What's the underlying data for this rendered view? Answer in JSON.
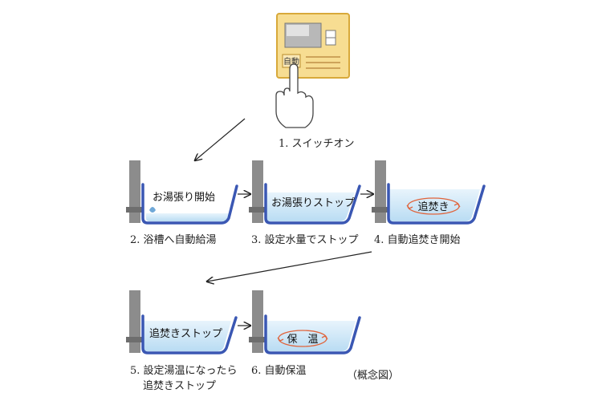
{
  "panel": {
    "button_label": "自動"
  },
  "steps": [
    {
      "label": "1. スイッチオン"
    },
    {
      "label": "2. 浴槽へ自動給湯",
      "tub_text": "お湯張り開始"
    },
    {
      "label": "3. 設定水量でストップ",
      "tub_text": "お湯張りストップ"
    },
    {
      "label": "4. 自動追焚き開始",
      "tub_text": "追焚き"
    },
    {
      "label": "5. 設定湯温になったら",
      "label_line2": "追焚きストップ",
      "tub_text": "追焚きストップ"
    },
    {
      "label": "6. 自動保温",
      "tub_text": "保　温"
    }
  ],
  "caption": "（概念図）",
  "colors": {
    "water": "#cfe6f7",
    "tub_edge": "#3a57b3",
    "pipe": "#8c8c8c",
    "panel": "#f7dd92",
    "panel_border": "#d8a93a",
    "circulation": "#e0643c"
  }
}
